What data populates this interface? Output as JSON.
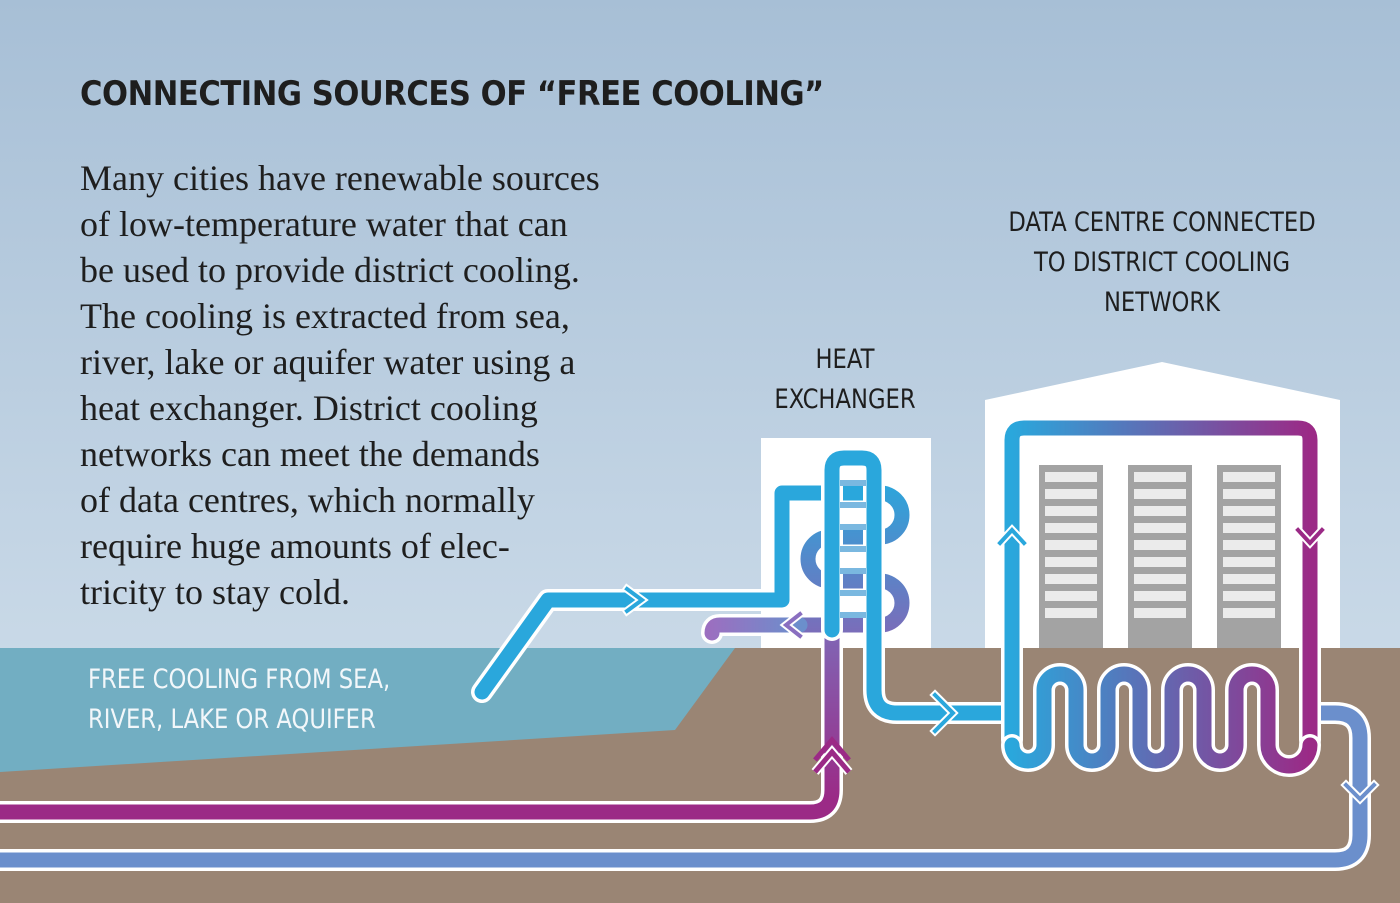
{
  "title": "CONNECTING SOURCES OF “FREE COOLING”",
  "body_lines": [
    "Many cities have renewable sources",
    "of low-temperature water that can",
    "be used to provide district cooling.",
    "The cooling is extracted from sea,",
    "river, lake or aquifer water using a",
    "heat exchanger. District cooling",
    "networks can meet the demands",
    "of data centres, which normally",
    "require huge amounts of elec-",
    "tricity to stay cold."
  ],
  "labels": {
    "water": [
      "FREE COOLING FROM SEA,",
      "RIVER, LAKE OR AQUIFER"
    ],
    "heat_exchanger": [
      "HEAT",
      "EXCHANGER"
    ],
    "data_centre": [
      "DATA CENTRE CONNECTED",
      "TO DISTRICT COOLING",
      "NETWORK"
    ]
  },
  "colors": {
    "sky_top": "#a7bfd6",
    "sky_bottom": "#d6e3ee",
    "water": "#72aec2",
    "ground": "#9a8574",
    "cold_pipe": "#2aa7dc",
    "warm_pipe": "#9b2a86",
    "return_pipe": "#6b8fcc",
    "building": "#ffffff",
    "server_rack": "#a3a3a3"
  }
}
